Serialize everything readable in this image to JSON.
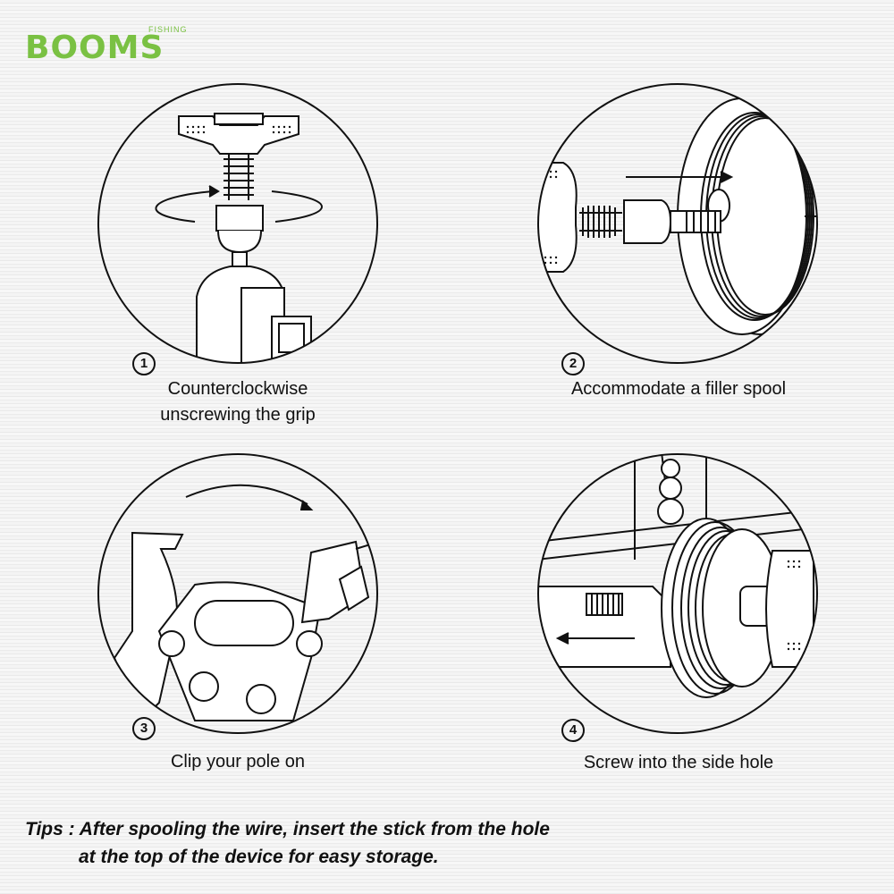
{
  "brand": {
    "name": "BOOMS",
    "tagline": "FISHING",
    "color": "#7ac143"
  },
  "steps": [
    {
      "number": "1",
      "caption_line1": "Counterclockwise",
      "caption_line2": "unscrewing the grip",
      "icon": "grip-unscrew-illustration"
    },
    {
      "number": "2",
      "caption_line1": "Accommodate a filler spool",
      "caption_line2": "",
      "icon": "filler-spool-illustration"
    },
    {
      "number": "3",
      "caption_line1": "Clip your pole on",
      "caption_line2": "",
      "icon": "pole-clip-illustration"
    },
    {
      "number": "4",
      "caption_line1": "Screw into the side hole",
      "caption_line2": "",
      "icon": "side-hole-screw-illustration"
    }
  ],
  "tips": {
    "label": "Tips :",
    "line1": "After spooling the wire, insert the stick from the hole",
    "line2": "at the top of the device for easy storage."
  }
}
